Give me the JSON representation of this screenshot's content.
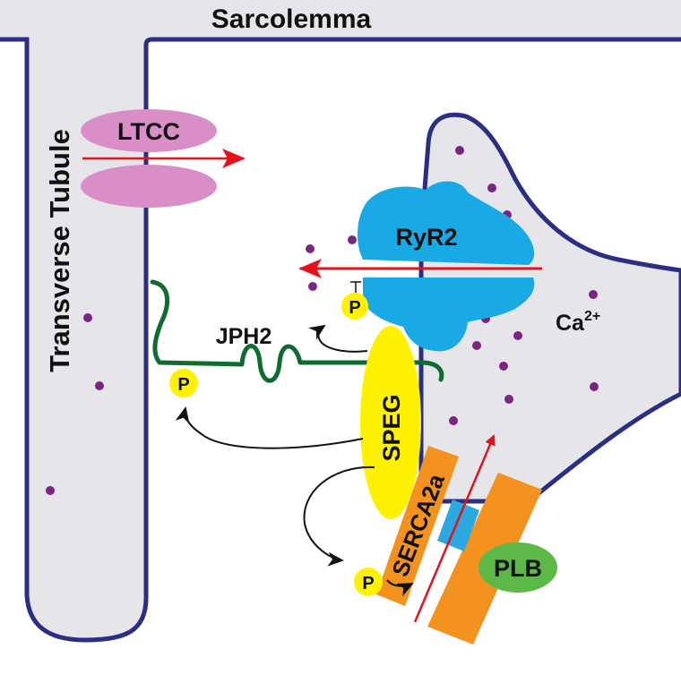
{
  "labels": {
    "sarcolemma": "Sarcolemma",
    "transverse_tubule": "Transverse Tubule",
    "ltcc": "LTCC",
    "ryr2": "RyR2",
    "jph2": "JPH2",
    "speg": "SPEG",
    "serca2a": "SERCA2a",
    "plb": "PLB",
    "calcium": "Ca",
    "calcium_charge": "2+",
    "phospho": "P"
  },
  "colors": {
    "membrane": "#2b2f84",
    "cytosol": "#e6e6ea",
    "ltcc": "#d98ec7",
    "ryr2": "#19aae6",
    "speg": "#fff200",
    "serca2a": "#f4921f",
    "serca_channel": "#2ba8df",
    "plb": "#5cb947",
    "jph2": "#0f6b2f",
    "ca_ion": "#7b2583",
    "flux_arrow": "#e3131b",
    "phospho": "#fff200",
    "reaction_arrow": "#111111"
  }
}
